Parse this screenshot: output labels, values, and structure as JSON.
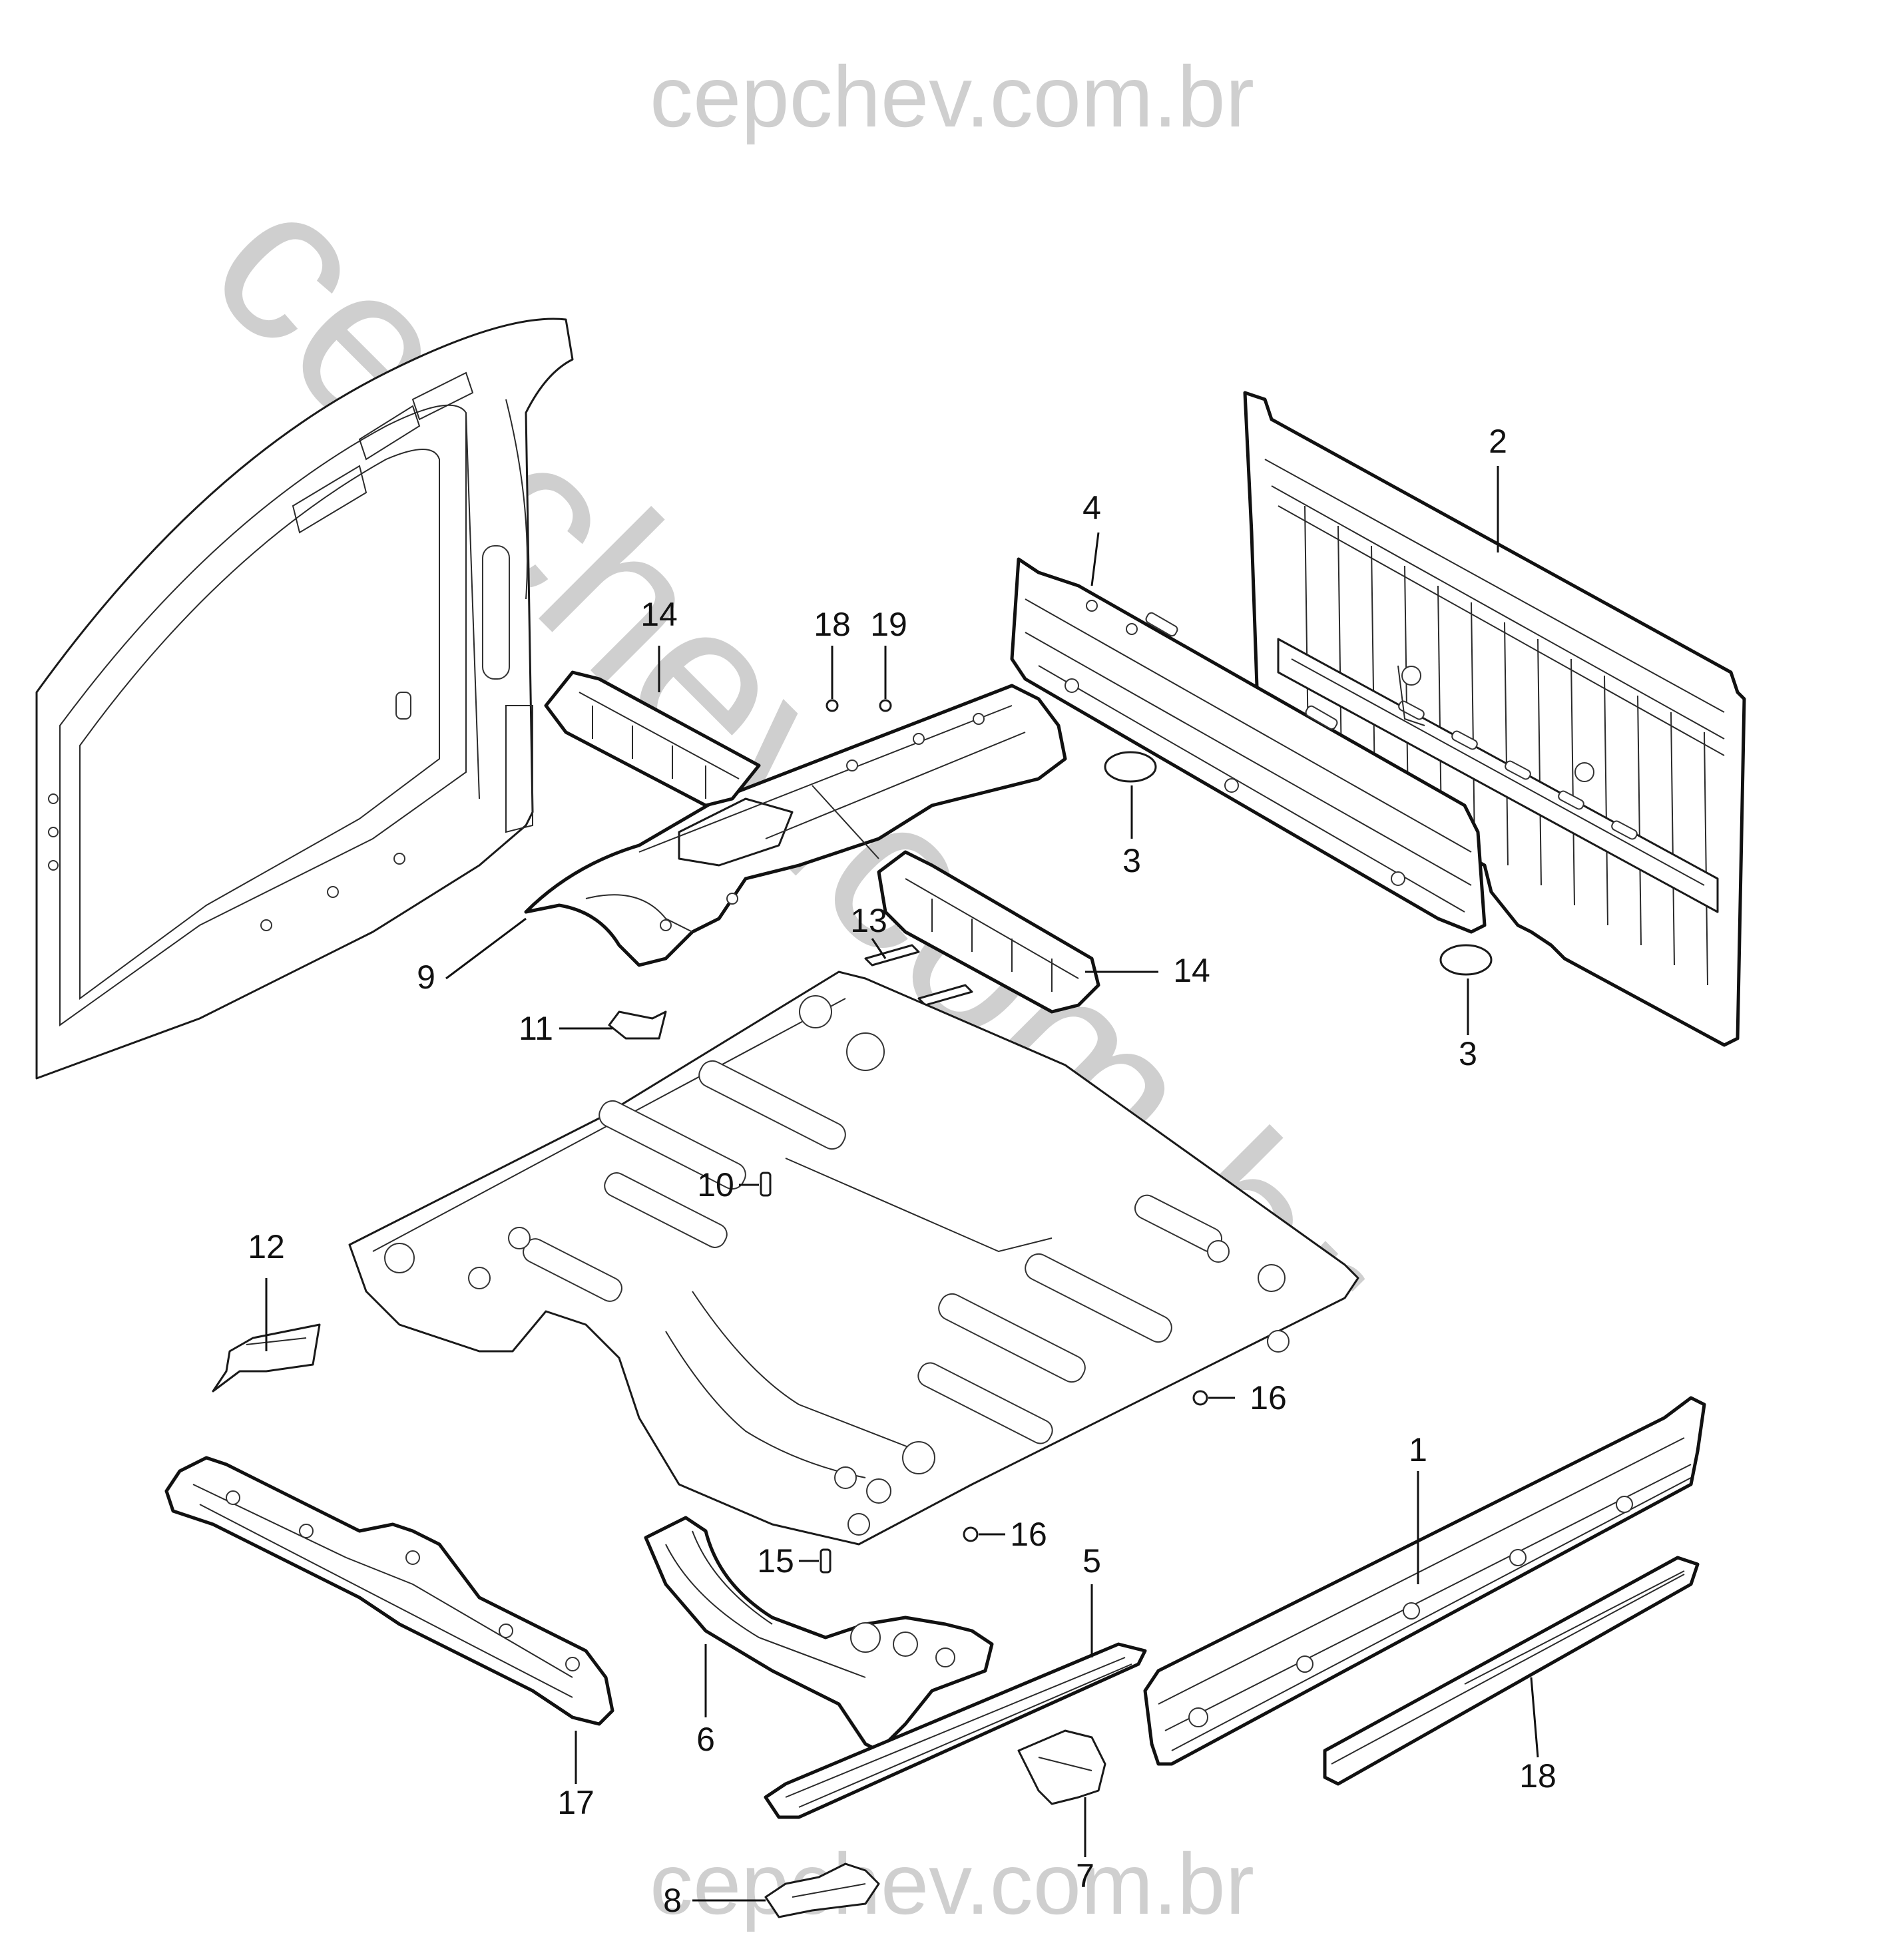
{
  "watermark": {
    "top": "cepchev.com.br",
    "bottom": "cepchev.com.br",
    "diagonal": "cepchev.com.br"
  },
  "callouts": [
    {
      "id": "c1",
      "label": "1"
    },
    {
      "id": "c2",
      "label": "2"
    },
    {
      "id": "c3a",
      "label": "3"
    },
    {
      "id": "c3b",
      "label": "3"
    },
    {
      "id": "c4",
      "label": "4"
    },
    {
      "id": "c5",
      "label": "5"
    },
    {
      "id": "c6",
      "label": "6"
    },
    {
      "id": "c7",
      "label": "7"
    },
    {
      "id": "c8",
      "label": "8"
    },
    {
      "id": "c9",
      "label": "9"
    },
    {
      "id": "c10",
      "label": "10"
    },
    {
      "id": "c11",
      "label": "11"
    },
    {
      "id": "c12",
      "label": "12"
    },
    {
      "id": "c13",
      "label": "13"
    },
    {
      "id": "c14a",
      "label": "14"
    },
    {
      "id": "c14b",
      "label": "14"
    },
    {
      "id": "c15",
      "label": "15"
    },
    {
      "id": "c16a",
      "label": "16"
    },
    {
      "id": "c16b",
      "label": "16"
    },
    {
      "id": "c17",
      "label": "17"
    },
    {
      "id": "c18a",
      "label": "18"
    },
    {
      "id": "c18b",
      "label": "18"
    },
    {
      "id": "c19",
      "label": "19"
    }
  ]
}
